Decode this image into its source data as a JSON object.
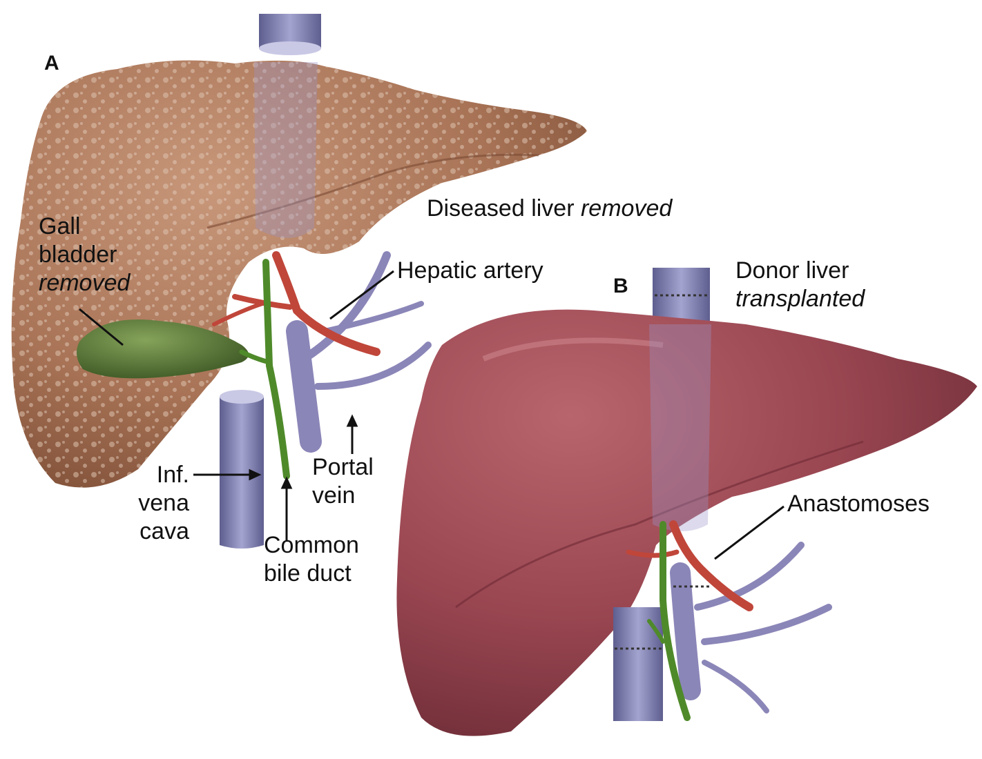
{
  "panels": {
    "a": "A",
    "b": "B"
  },
  "labels": {
    "diseased": {
      "regular": "Diseased liver",
      "italic": "removed"
    },
    "gall_bladder": {
      "line1": "Gall",
      "line2": "bladder",
      "line3": "removed"
    },
    "hepatic_artery": "Hepatic artery",
    "donor": {
      "line1": "Donor liver",
      "line2": "transplanted"
    },
    "ivc": {
      "line1": "Inf.",
      "line2": "vena",
      "line3": "cava"
    },
    "portal_vein": {
      "line1": "Portal",
      "line2": "vein"
    },
    "bile_duct": {
      "line1": "Common",
      "line2": "bile duct"
    },
    "anastomoses": "Anastomoses"
  },
  "colors": {
    "diseased_liver": "#a9775a",
    "donor_liver": "#9b4a55",
    "gall_bladder": "#5b7a3a",
    "vena_cava": "#7c7cab",
    "artery": "#c0463a",
    "bile_duct": "#4f8a2a"
  }
}
